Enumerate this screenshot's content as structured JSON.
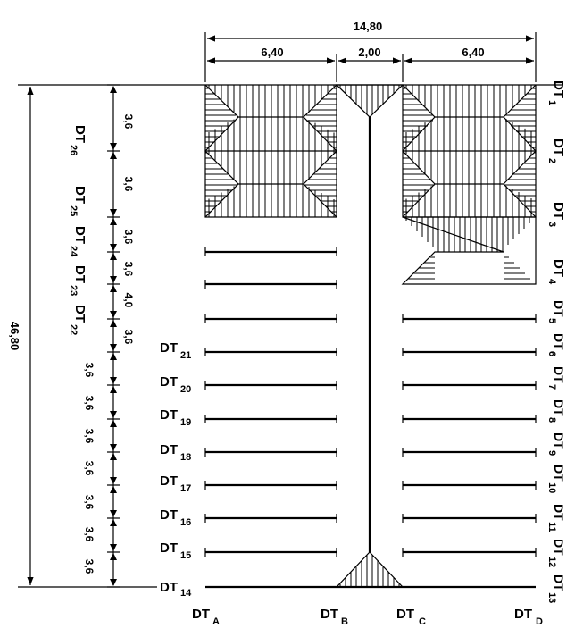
{
  "dimensions": {
    "total_width": "14,80",
    "left_width": "6,40",
    "middle_width": "2,00",
    "right_width": "6,40",
    "total_height": "46,80",
    "spacings": [
      "3,6",
      "3,6",
      "3,6",
      "3,6",
      "4,0",
      "3,6",
      "3,6",
      "3,6",
      "3,6",
      "3,6",
      "3,6",
      "3,6",
      "3,6"
    ]
  },
  "axes": {
    "columns": [
      {
        "main": "DT",
        "sub": "A"
      },
      {
        "main": "DT",
        "sub": "B"
      },
      {
        "main": "DT",
        "sub": "C"
      },
      {
        "main": "DT",
        "sub": "D"
      }
    ],
    "right_labels": [
      {
        "main": "DT",
        "sub": "1"
      },
      {
        "main": "DT",
        "sub": "2"
      },
      {
        "main": "DT",
        "sub": "3"
      },
      {
        "main": "DT",
        "sub": "4"
      },
      {
        "main": "DT",
        "sub": "5"
      },
      {
        "main": "DT",
        "sub": "6"
      },
      {
        "main": "DT",
        "sub": "7"
      },
      {
        "main": "DT",
        "sub": "8"
      },
      {
        "main": "DT",
        "sub": "9"
      },
      {
        "main": "DT",
        "sub": "10"
      },
      {
        "main": "DT",
        "sub": "11"
      },
      {
        "main": "DT",
        "sub": "12"
      },
      {
        "main": "DT",
        "sub": "13"
      }
    ],
    "left_labels": [
      {
        "main": "DT",
        "sub": "14"
      },
      {
        "main": "DT",
        "sub": "15"
      },
      {
        "main": "DT",
        "sub": "16"
      },
      {
        "main": "DT",
        "sub": "17"
      },
      {
        "main": "DT",
        "sub": "18"
      },
      {
        "main": "DT",
        "sub": "19"
      },
      {
        "main": "DT",
        "sub": "20"
      },
      {
        "main": "DT",
        "sub": "21"
      }
    ],
    "rotated_labels": [
      {
        "main": "DT",
        "sub": "26"
      },
      {
        "main": "DT",
        "sub": "25"
      },
      {
        "main": "DT",
        "sub": "24"
      },
      {
        "main": "DT",
        "sub": "23"
      },
      {
        "main": "DT",
        "sub": "22"
      }
    ]
  }
}
